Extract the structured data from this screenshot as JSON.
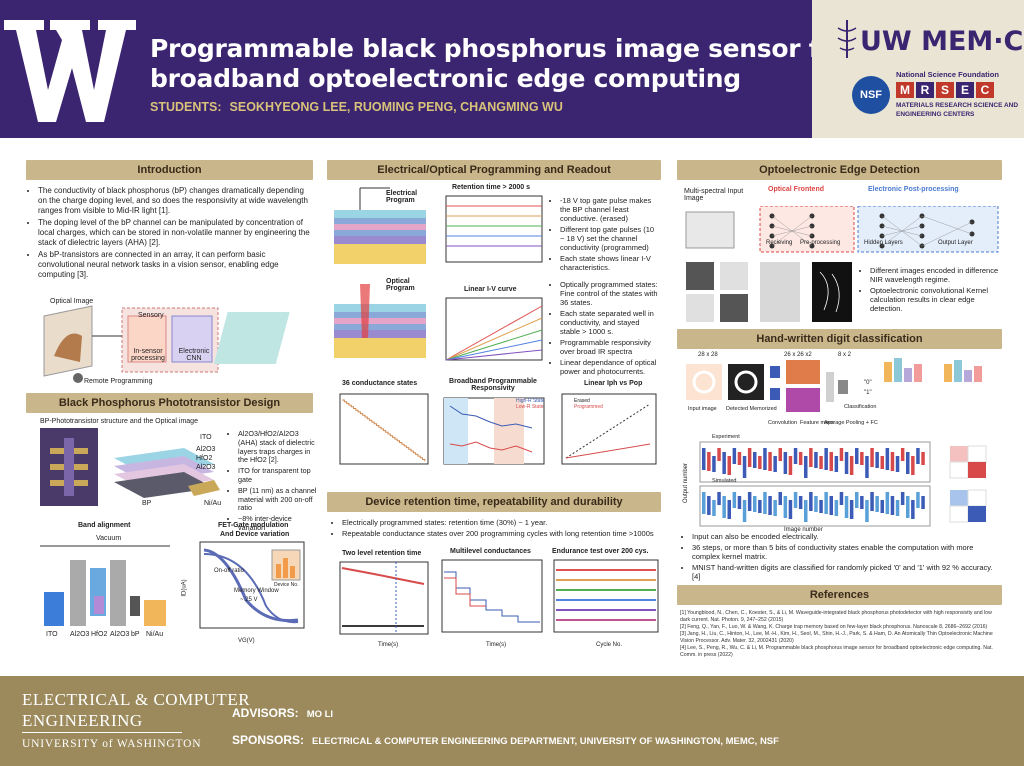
{
  "header": {
    "title_line1": "Programmable black phosphorus image sensor for",
    "title_line2": "broadband optoelectronic edge computing",
    "students_label": "STUDENTS:",
    "students": "SEOKHYEONG LEE, RUOMING PENG, CHANGMING WU",
    "memc": "UW MEM·C",
    "nsf": "NSF",
    "nsf_text": "National Science Foundation",
    "mrsec_letters": [
      "M",
      "R",
      "S",
      "E",
      "C"
    ],
    "mrsec_line1": "MATERIALS RESEARCH SCIENCE AND",
    "mrsec_line2": "ENGINEERING CENTERS"
  },
  "colors": {
    "purple": "#3b2470",
    "gold": "#c9b68a",
    "footer": "#9c8a5d"
  },
  "intro": {
    "heading": "Introduction",
    "bullets": [
      "The conductivity of black phosphorus (bP) changes dramatically depending on the charge doping level, and so does the responsivity at wide wavelength ranges from visible to Mid-IR light [1].",
      "The doping level of the bP channel can be manipulated by concentration of local charges, which can be stored in non-volatile manner by engineering the stack of dielectric layers (AHA) [2].",
      "As bP-transistors are connected in an array, it can perform basic convolutional neural network tasks in a vision sensor, enabling edge computing [3]."
    ],
    "fig_labels": [
      "Optical Image",
      "Sensory",
      "In-sensor processing",
      "Electronic CNN",
      "Remote Programming"
    ]
  },
  "bp": {
    "heading": "Black Phosphorus Phototransistor Design",
    "sub": "BP-Phototransistor structure and the Optical image",
    "stack_labels": [
      "ITO",
      "Al2O3",
      "HfO2",
      "Al2O3",
      "BP",
      "Ni/Au"
    ],
    "bullets": [
      "Al2O3/HfO2/Al2O3 (AHA) stack of dielectric layers traps charges in the HfO2 [2].",
      "ITO for transparent top gate",
      "BP (11 nm) as a channel material with 200 on-off ratio",
      "~8% inter-device variation"
    ],
    "band_title": "Band alignment",
    "band_vacuum": "Vacuum",
    "band_labels": [
      "ITO",
      "Al2O3",
      "HfO2",
      "Al2O3",
      "bP",
      "Ni/Au"
    ],
    "fet_title1": "FET-Gate modulation",
    "fet_title2": "And Device variation",
    "fet_onoff": "On-off ratio",
    "fet_mem": "Memory Window",
    "fet_mem_val": "~ 25 V",
    "fet_device": "Device No.",
    "fet_xlabel": "VG(V)",
    "fet_ylabel": "ID(uA)"
  },
  "prog": {
    "heading": "Electrical/Optical Programming and Readout",
    "elec_label": "Electrical Program",
    "opt_label": "Optical Program",
    "ret_title": "Retention time > 2000 s",
    "lin_title": "Linear I-V curve",
    "states_title": "36 conductance states",
    "broad_title": "Broadband Programmable Responsivity",
    "broad_legend": [
      "High-R State",
      "Low-R State"
    ],
    "linear_title": "Linear Iph vs Pop",
    "linear_legend": [
      "Erased",
      "Programmed"
    ],
    "bullets1": [
      "-18 V top gate pulse makes the BP channel least conductive. (erased)",
      "Different top gate pulses (10 ~ 18 V) set the channel conductivity (programmed)",
      "Each state shows linear I-V characteristics."
    ],
    "bullets2": [
      "Optically programmed states: Fine control of the states with 36 states.",
      "Each state separated well in conductivity, and stayed stable > 1000 s.",
      "Programmable responsivity over broad IR spectra",
      "Linear dependance of optical power and photocurrents."
    ]
  },
  "retention": {
    "heading": "Device retention time, repeatability and durability",
    "bullets": [
      "Electrically programmed states: retention time (30%) ~ 1 year.",
      "Repeatable conductance states over 200 programming cycles with long retention time >1000s"
    ],
    "plot1": "Two level retention time",
    "plot2": "Multilevel conductances",
    "plot3": "Endurance test over 200 cys.",
    "x1": "Time(s)",
    "x2": "Time(s)",
    "x3": "Cycle No."
  },
  "edge": {
    "heading": "Optoelectronic Edge Detection",
    "input": "Multi-spectral Input Image",
    "frontend": "Optical Frontend",
    "post": "Electronic Post-processing",
    "stages": [
      "Recieving",
      "Pre-processing",
      "Hidden Layers",
      "Output Layer"
    ],
    "bullets": [
      "Different images encoded in difference NIR wavelength regime.",
      "Optoelectronic convolutional Kernel calculation results in clear edge detection."
    ]
  },
  "digit": {
    "heading": "Hand-written digit classification",
    "labels": [
      "28 x 28",
      "26 x 26 x2",
      "8 x 2",
      "Input image",
      "Detected Memorized",
      "Convolution",
      "Feature maps",
      "Average Pooling + FC",
      "Classification"
    ],
    "outputs": [
      "\"0\"",
      "\"1\""
    ],
    "plot_exp": "Experiment",
    "plot_sim": "Simulated",
    "xlabel": "Image number",
    "ylabel": "Output number",
    "bullets": [
      "Input can also be encoded electrically.",
      "36 steps, or more than 5 bits of conductivity states enable the computation with more complex kernel matrix.",
      "MNIST hand-written digits are classified for randomly picked '0' and '1' with 92 % accuracy. [4]"
    ]
  },
  "refs": {
    "heading": "References",
    "items": [
      "[1] Youngblood, N., Chen, C., Koester, S., & Li, M. Waveguide-integrated black phosphorus photodetector with high responsivity and low dark current. Nat. Photon. 9, 247–252 (2015)",
      "[2] Feng, Q., Yan, F., Luo, W. & Wang, K. Charge trap memory based on few-layer black phosphorus. Nanoscale 8, 2686–2692 (2016)",
      "[3] Jang, H., Liu, C., Hinton, H., Lee, M.-H., Kim, H., Seol, M., Shin, H.-J., Park, S. & Ham, D. An Atomically Thin Optoelectronic Machine Vision Processor. Adv. Mater. 32, 2002431 (2020)",
      "[4] Lee, S., Peng, R., Wu, C. & Li, M. Programmable black phosphorus image sensor for broadband optoelectronic edge computing. Nat. Comm. in press (2022)"
    ]
  },
  "footer": {
    "ece1": "ELECTRICAL & COMPUTER",
    "ece2": "ENGINEERING",
    "uw": "UNIVERSITY of WASHINGTON",
    "advisors_label": "ADVISORS:",
    "advisors": "MO LI",
    "sponsors_label": "SPONSORS:",
    "sponsors": "ELECTRICAL & COMPUTER ENGINEERING DEPARTMENT, UNIVERSITY OF WASHINGTON, MEMC, NSF"
  }
}
